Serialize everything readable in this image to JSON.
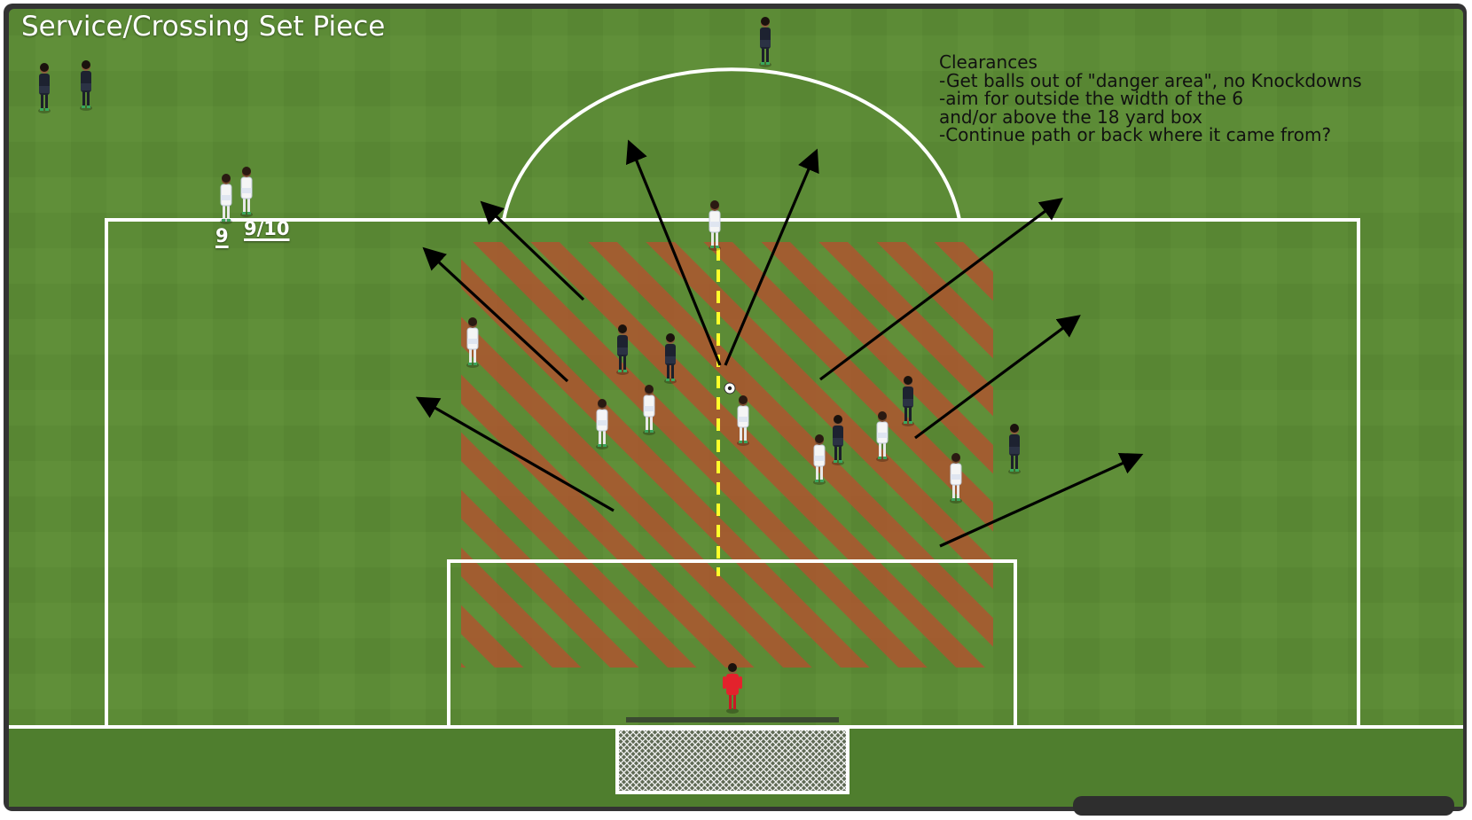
{
  "title": "Service/Crossing Set Piece",
  "notes": [
    "Clearances",
    "-Get balls out of \"danger area\", no Knockdowns",
    "-aim for outside the width of the 6",
    "and/or above the 18 yard box",
    "-Continue path or back where it came from?"
  ],
  "player_labels": {
    "left": "9",
    "right": "9/10"
  },
  "colors": {
    "pitch": "#5b8a35",
    "pitch_dark": "#4f7a2d",
    "lines": "#ffffff",
    "danger_area": "#b5532f",
    "arrow": "#000000",
    "dashed_line": "#ffff2a",
    "team_white": "#f2f2f2",
    "team_dark": "#1a1f2b",
    "keeper": "#e0202a"
  },
  "icons": {
    "ball": "soccer-ball-icon",
    "goal": "goal-net-icon",
    "player": "player-icon"
  }
}
